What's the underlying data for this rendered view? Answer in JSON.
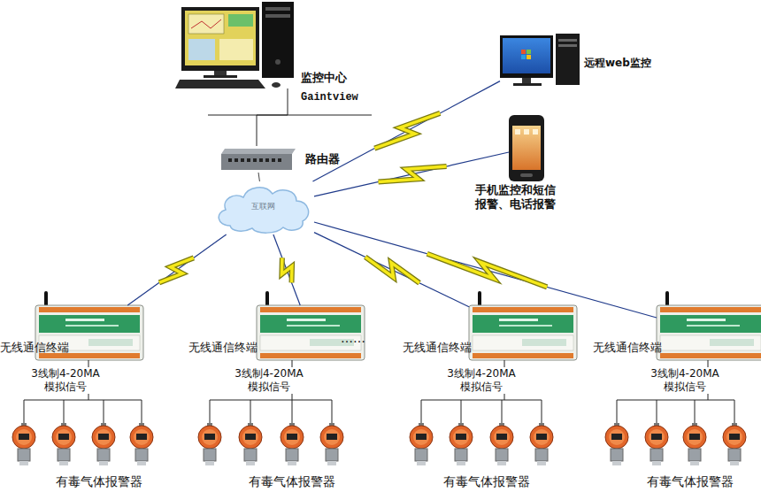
{
  "diagram": {
    "nodes": [
      {
        "text": [
          "监控中心",
          "Gaintview"
        ]
      },
      {
        "text": [
          "路由器"
        ]
      },
      {
        "text": [
          "互联网"
        ]
      },
      {
        "text": [
          "远程web监控"
        ]
      },
      {
        "text": [
          "手机监控和短信 报警、电话报警"
        ]
      },
      {
        "text": [
          "无线通信终端"
        ]
      },
      {
        "text": [
          "无线通信终端"
        ]
      },
      {
        "text": [
          "无线通信终端"
        ]
      },
      {
        "text": [
          "无线通信终端"
        ]
      },
      {
        "text": [
          "有毒气体报警器"
        ]
      },
      {
        "text": [
          "有毒气体报警器"
        ]
      },
      {
        "text": [
          "有毒气体报警器"
        ]
      },
      {
        "text": [
          "有毒气体报警器"
        ]
      }
    ],
    "edges": [
      {
        "from": 0,
        "to": 1,
        "arrow": "none"
      },
      {
        "from": 1,
        "to": 2,
        "arrow": "none"
      },
      {
        "from": 2,
        "to": 3,
        "arrow": "none"
      },
      {
        "from": 2,
        "to": 4,
        "arrow": "none"
      },
      {
        "from": 2,
        "to": 5,
        "arrow": "none"
      },
      {
        "from": 2,
        "to": 6,
        "arrow": "none"
      },
      {
        "from": 2,
        "to": 7,
        "arrow": "none"
      },
      {
        "from": 2,
        "to": 8,
        "arrow": "none"
      },
      {
        "from": 5,
        "to": 9,
        "label": "3线制4-20MA 模拟信号",
        "arrow": "none"
      },
      {
        "from": 6,
        "to": 10,
        "label": "3线制4-20MA 模拟信号",
        "arrow": "none"
      },
      {
        "from": 7,
        "to": 11,
        "label": "3线制4-20MA 模拟信号",
        "arrow": "none"
      },
      {
        "from": 8,
        "to": 12,
        "label": "3线制4-20MA 模拟信号",
        "arrow": "none"
      }
    ],
    "labels": [
      "……"
    ]
  }
}
